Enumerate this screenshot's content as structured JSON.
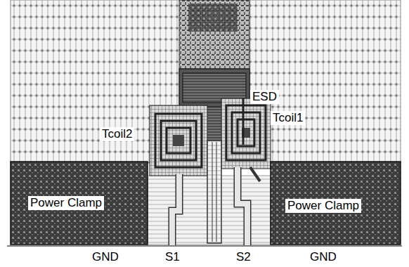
{
  "diagram": {
    "labels": [
      "ESD",
      "Tcoil2",
      "Tcoil1",
      "Power Clamp",
      "Power Clamp",
      "GND",
      "S1",
      "S2",
      "GND"
    ]
  }
}
